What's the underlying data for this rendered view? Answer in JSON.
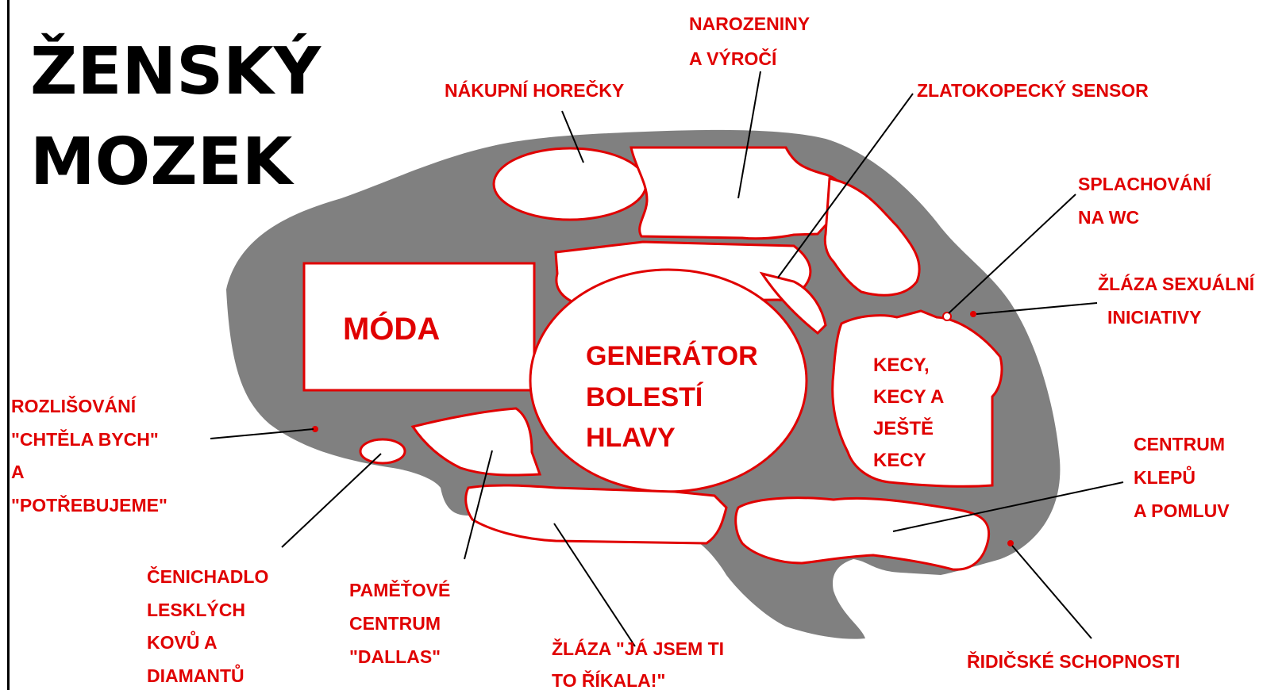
{
  "title": {
    "line1": "ŽENSKÝ",
    "line2": "MOZEK"
  },
  "regions": {
    "moda": "MÓDA",
    "generator": [
      "GENERÁTOR",
      "BOLESTÍ",
      "HLAVY"
    ],
    "kecy": [
      "KECY,",
      "KECY A",
      "JEŠTĚ",
      "KECY"
    ]
  },
  "labels": {
    "narozeniny": [
      "NAROZENINY",
      "A VÝROČÍ"
    ],
    "nakupni": [
      "NÁKUPNÍ HOREČKY"
    ],
    "zlatokopecky": [
      "ZLATOKOPECKÝ SENSOR"
    ],
    "splachovani": [
      "SPLACHOVÁNÍ",
      "NA WC"
    ],
    "zlaza_sexualni": [
      "ŽLÁZA SEXUÁLNÍ",
      "INICIATIVY"
    ],
    "rozlisovani": [
      "ROZLIŠOVÁNÍ",
      "\"CHTĚLA BYCH\"",
      "A",
      "\"POTŘEBUJEME\""
    ],
    "centrum_klepu": [
      "CENTRUM",
      "KLEPŮ",
      "A POMLUV"
    ],
    "cenichadlo": [
      "ČENICHADLO",
      "LESKLÝCH",
      "KOVŮ A",
      "DIAMANTŮ"
    ],
    "pametove": [
      "PAMĚŤOVÉ",
      "CENTRUM",
      "\"DALLAS\""
    ],
    "zlaza_ja": [
      "ŽLÁZA \"JÁ JSEM TI",
      "TO ŘÍKALA!\""
    ],
    "ridicske": [
      "ŘIDIČSKÉ SCHOPNOSTI"
    ]
  },
  "colors": {
    "brain": "#808080",
    "label": "#e00000",
    "outline": "#e00000",
    "title": "#000000"
  }
}
